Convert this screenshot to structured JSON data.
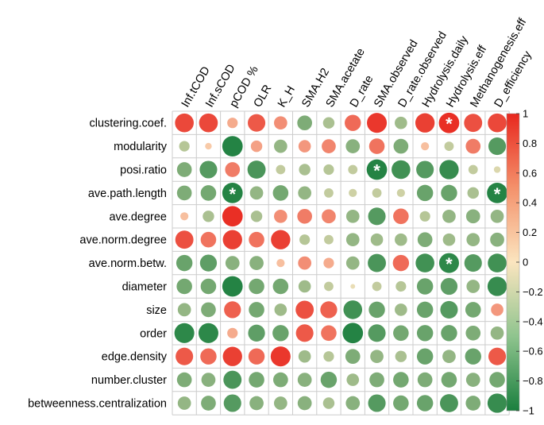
{
  "chart_data": {
    "type": "heatmap",
    "subtype": "correlation-circles",
    "columns": [
      "Inf.tCOD",
      "Inf.sCOD",
      "pCOD %",
      "OLR",
      "K_H",
      "SMA.H2",
      "SMA.acetate",
      "D_rate",
      "SMA.observed",
      "D_rate.observed",
      "Hydrolysis.daily",
      "Hydrolysis.eff",
      "Methanogenesis.eff",
      "D_efficiency"
    ],
    "rows": [
      "clustering.coef.",
      "modularity",
      "posi.ratio",
      "ave.path.length",
      "ave.degree",
      "ave.norm.degree",
      "ave.norm.betw.",
      "diameter",
      "size",
      "order",
      "edge.density",
      "number.cluster",
      "betweenness.centralization"
    ],
    "values": [
      [
        0.8,
        0.8,
        0.25,
        0.7,
        0.4,
        -0.5,
        -0.3,
        0.6,
        0.9,
        -0.35,
        0.85,
        0.95,
        0.75,
        0.8
      ],
      [
        -0.25,
        0.1,
        -0.95,
        0.3,
        -0.4,
        0.35,
        0.45,
        -0.45,
        0.55,
        -0.5,
        0.15,
        -0.2,
        0.5,
        -0.7
      ],
      [
        -0.5,
        -0.7,
        0.5,
        -0.75,
        -0.2,
        -0.3,
        -0.25,
        -0.2,
        -0.95,
        -0.8,
        -0.7,
        -0.85,
        -0.2,
        -0.1
      ],
      [
        -0.5,
        -0.55,
        -0.95,
        -0.4,
        -0.55,
        -0.4,
        -0.2,
        -0.15,
        -0.2,
        -0.15,
        -0.6,
        -0.6,
        -0.3,
        -0.95
      ],
      [
        0.15,
        -0.3,
        0.95,
        -0.3,
        0.4,
        0.5,
        0.45,
        -0.4,
        -0.7,
        0.55,
        -0.25,
        -0.4,
        -0.45,
        -0.4
      ],
      [
        0.75,
        0.55,
        0.85,
        0.55,
        0.85,
        -0.25,
        -0.2,
        -0.4,
        -0.35,
        -0.35,
        -0.5,
        -0.35,
        -0.4,
        -0.45
      ],
      [
        -0.6,
        -0.65,
        -0.45,
        -0.45,
        0.15,
        0.4,
        0.25,
        -0.4,
        -0.75,
        0.6,
        -0.8,
        -0.9,
        -0.7,
        -0.8
      ],
      [
        -0.55,
        -0.55,
        -0.95,
        -0.55,
        -0.55,
        -0.35,
        -0.2,
        -0.05,
        -0.2,
        -0.25,
        -0.6,
        -0.65,
        -0.4,
        -0.85
      ],
      [
        -0.4,
        -0.5,
        0.65,
        -0.55,
        -0.35,
        0.75,
        0.65,
        -0.8,
        -0.6,
        -0.35,
        -0.6,
        -0.7,
        -0.55,
        0.35
      ],
      [
        -0.9,
        -0.9,
        0.25,
        -0.65,
        -0.6,
        0.7,
        0.55,
        -0.95,
        -0.7,
        -0.55,
        -0.6,
        -0.6,
        -0.5,
        -0.4
      ],
      [
        0.7,
        0.6,
        0.85,
        0.6,
        0.9,
        -0.35,
        -0.25,
        -0.5,
        -0.4,
        -0.3,
        -0.6,
        -0.4,
        -0.6,
        0.7
      ],
      [
        -0.5,
        -0.45,
        -0.75,
        -0.55,
        -0.5,
        -0.45,
        -0.6,
        -0.35,
        -0.5,
        -0.55,
        -0.5,
        -0.55,
        -0.45,
        -0.55
      ],
      [
        -0.4,
        -0.5,
        -0.7,
        -0.45,
        -0.4,
        -0.45,
        -0.3,
        -0.45,
        -0.7,
        -0.55,
        -0.6,
        -0.75,
        -0.5,
        -0.85
      ]
    ],
    "significant": [
      {
        "row": "clustering.coef.",
        "column": "Hydrolysis.eff"
      },
      {
        "row": "posi.ratio",
        "column": "SMA.observed"
      },
      {
        "row": "ave.path.length",
        "column": "pCOD %"
      },
      {
        "row": "ave.path.length",
        "column": "D_efficiency"
      },
      {
        "row": "ave.norm.betw.",
        "column": "Hydrolysis.eff"
      }
    ],
    "significance_marker": "*",
    "colorbar": {
      "range": [
        -1,
        1
      ],
      "ticks": [
        "1",
        "0.8",
        "0.6",
        "0.4",
        "0.2",
        "0",
        "−0.2",
        "−0.4",
        "−0.6",
        "−0.8",
        "−1"
      ],
      "colors": {
        "neg": "#1a7f3e",
        "mid": "#fbe5bf",
        "pos": "#e8271e"
      }
    }
  }
}
